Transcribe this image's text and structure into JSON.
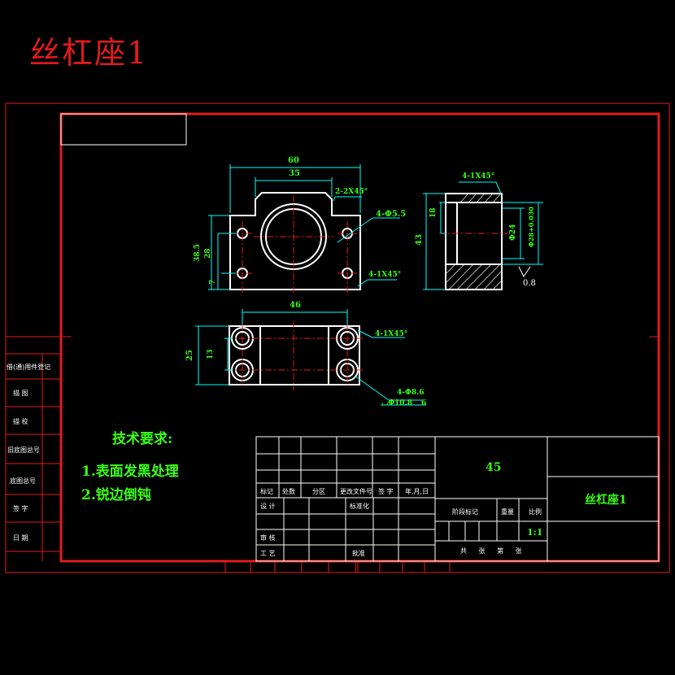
{
  "title": "丝杠座1",
  "technical_requirements": {
    "heading": "技术要求:",
    "items": [
      "1.表面发黑处理",
      "2.锐边倒钝"
    ]
  },
  "side_labels": [
    "借(通)用件登记",
    "描 图",
    "描 校",
    "旧底图总号",
    "底图总号",
    "签 字",
    "日 期"
  ],
  "dimensions": {
    "width_60": "60",
    "width_35": "35",
    "chamfer_2x45": "2-2X45°",
    "holes_5_5": "4-Φ5.5",
    "height_38_5": "38.5",
    "height_28": "28",
    "height_7": "7",
    "chamfer_1x45_front": "4-1X45°",
    "chamfer_1x45_side": "4-1X45°",
    "height_18": "18",
    "height_43": "43",
    "dia_24": "Φ24",
    "dia_28_fit": "Φ28+0.030",
    "roughness": "0.8",
    "width_46": "46",
    "height_25": "25",
    "height_13": "13",
    "chamfer_1x45_top": "4-1X45°",
    "holes_8_5": "4-Φ8.6",
    "counterbore": "⌴Φ10.8",
    "counterbore_depth": "6"
  },
  "title_block": {
    "material": "45",
    "part_name": "丝杠座1",
    "row_labels": [
      "标记",
      "处数",
      "分区",
      "更改文件号",
      "签 字",
      "年,月,日"
    ],
    "design": "设 计",
    "standardization": "标准化",
    "review": "审 核",
    "process": "工 艺",
    "approve": "批准",
    "stage_mark": "阶段标记",
    "weight": "重量",
    "scale_label": "比例",
    "scale": "1:1",
    "sheets": "共 张 第 张"
  },
  "colors": {
    "border": "#e11b1b",
    "geometry": "#ffffff",
    "dimension": "#00ffff",
    "text": "#39ff14",
    "centerline": "#e11b1b"
  }
}
